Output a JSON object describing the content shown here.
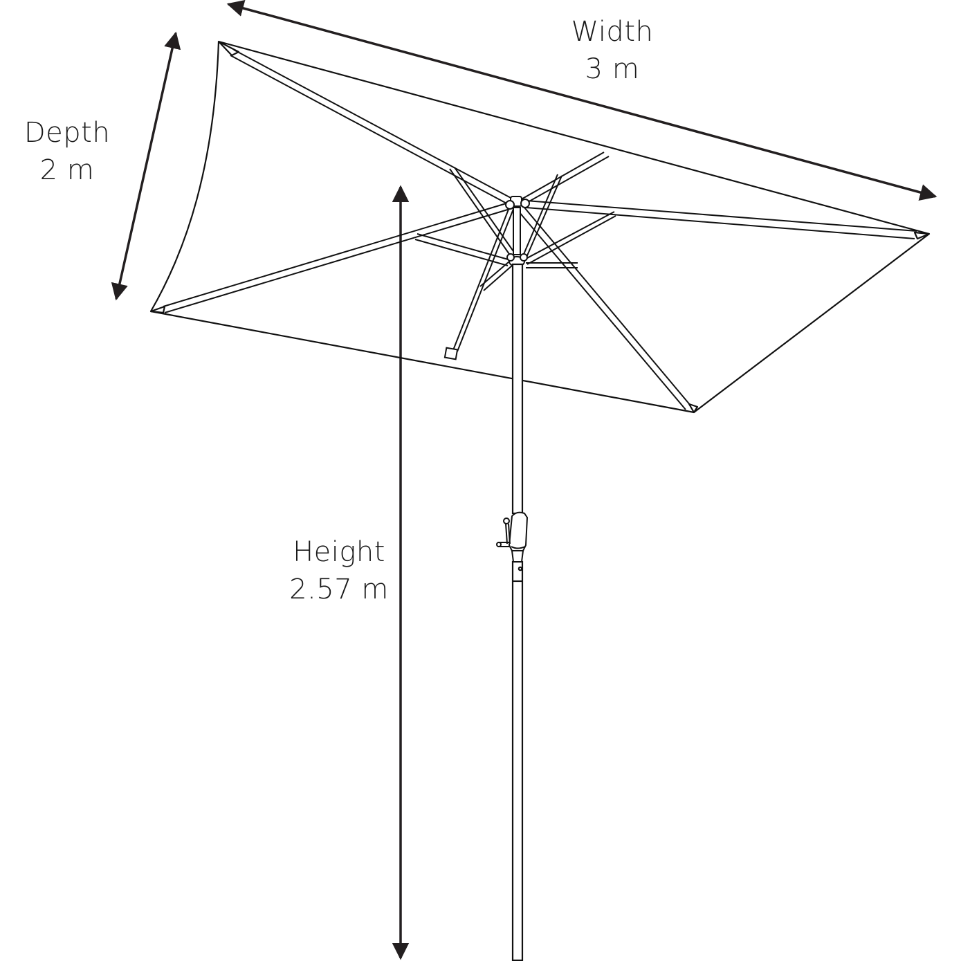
{
  "diagram": {
    "subject": "Rectangular patio umbrella with crank tilt",
    "colors": {
      "line": "#111111",
      "arrow": "#231f20",
      "background": "#ffffff"
    },
    "dimensions": {
      "width": {
        "label": "Width",
        "value": "3 m"
      },
      "depth": {
        "label": "Depth",
        "value": "2 m"
      },
      "height": {
        "label": "Height",
        "value": "2.57 m"
      }
    }
  }
}
